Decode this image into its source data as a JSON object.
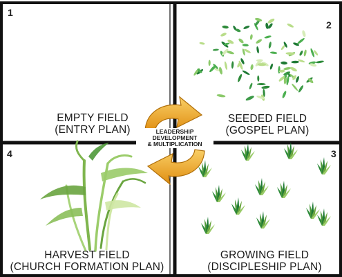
{
  "quadrants": [
    {
      "number": "1",
      "title": "EMPTY FIELD",
      "subtitle": "(ENTRY PLAN)"
    },
    {
      "number": "2",
      "title": "SEEDED FIELD",
      "subtitle": "(GOSPEL PLAN)"
    },
    {
      "number": "3",
      "title": "GROWING FIELD",
      "subtitle": "(DISCIPLESHIP PLAN)"
    },
    {
      "number": "4",
      "title": "HARVEST FIELD",
      "subtitle": "(CHURCH FORMATION PLAN)"
    }
  ],
  "center": {
    "line1": "LEADERSHIP",
    "line2": "DEVELOPMENT",
    "line3": "& MULTIPLICATION"
  },
  "colors": {
    "border": "#111111",
    "arrow_light": "#f7c04a",
    "arrow_dark": "#e08e12",
    "leaf_dark": "#2e8b3a",
    "leaf_light": "#b9dd8a",
    "stalk": "#8bbf5a"
  },
  "icons": [
    "cycle-arrows-icon",
    "seed-icon",
    "sprout-icon",
    "wheat-stalk-icon"
  ]
}
